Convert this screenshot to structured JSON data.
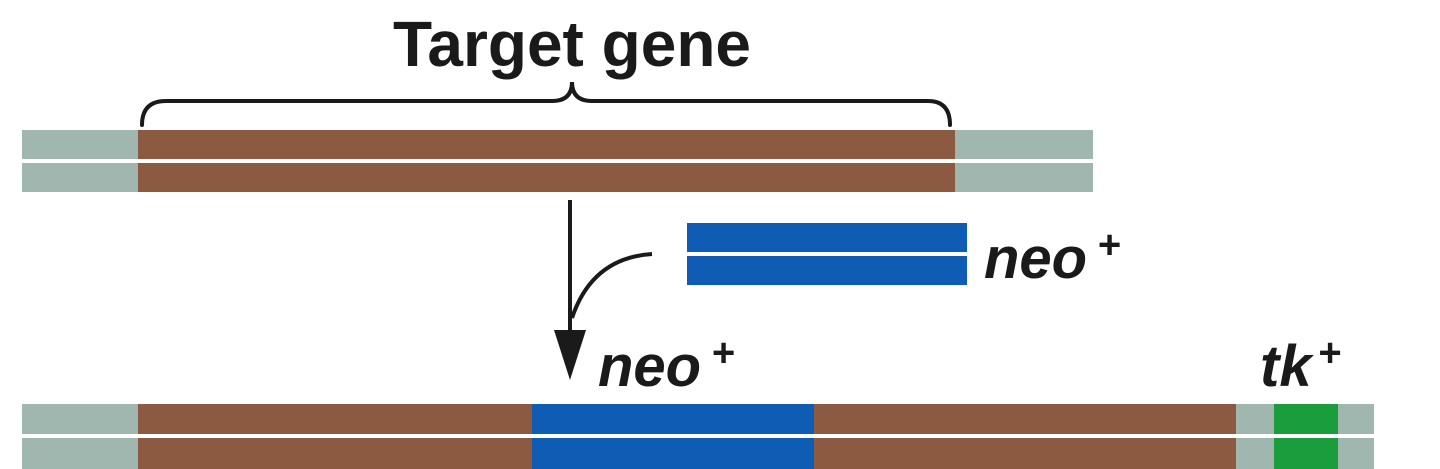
{
  "title": "Target gene",
  "neo_insert_label": {
    "name": "neo",
    "sup": "+"
  },
  "neo_result_label": {
    "name": "neo",
    "sup": "+"
  },
  "tk_label": {
    "name": "tk",
    "sup": "+"
  },
  "colors": {
    "flank": "#9fb7ae",
    "target_gene": "#8b5a41",
    "neo": "#0f5cb5",
    "tk": "#1a9d3d",
    "strand_gap": "#ffffff",
    "outline": "#1a1a1a"
  }
}
